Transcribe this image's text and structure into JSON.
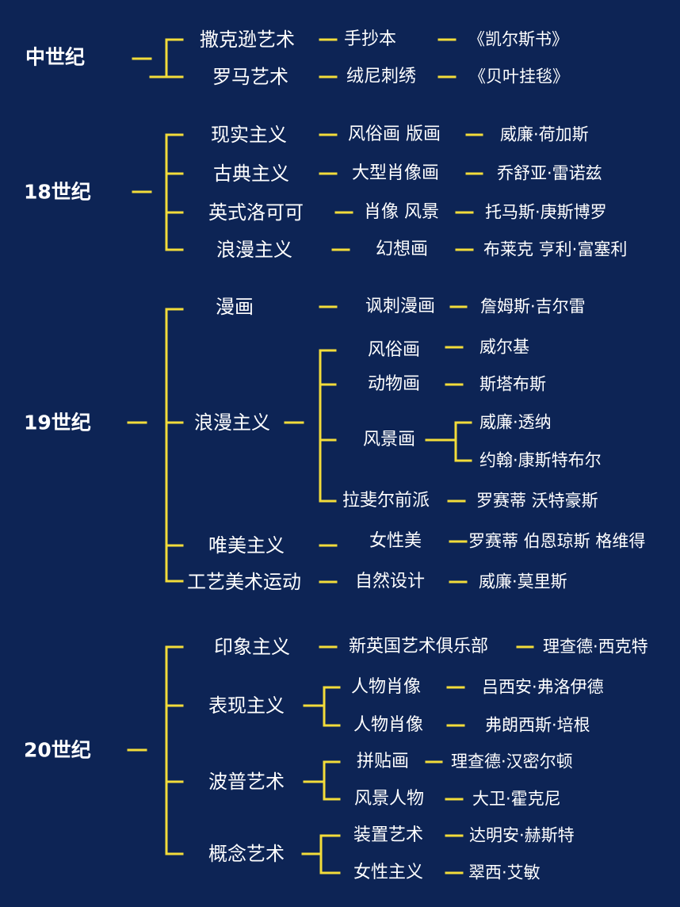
{
  "accent_color": "#f2dc3a",
  "background_color": "#0d2455",
  "medieval": {
    "label": "中世纪",
    "rows": [
      {
        "movement": "撒克逊艺术",
        "genre": "手抄本",
        "example": "《凯尔斯书》"
      },
      {
        "movement": "罗马艺术",
        "genre": "绒尼刺绣",
        "example": "《贝叶挂毯》"
      }
    ]
  },
  "c18": {
    "label": "18世纪",
    "rows": [
      {
        "movement": "现实主义",
        "genre": "风俗画 版画",
        "artist": "威廉·荷加斯"
      },
      {
        "movement": "古典主义",
        "genre": "大型肖像画",
        "artist": "乔舒亚·雷诺兹"
      },
      {
        "movement": "英式洛可可",
        "genre": "肖像 风景",
        "artist": "托马斯·庚斯博罗"
      },
      {
        "movement": "浪漫主义",
        "genre": "幻想画",
        "artist": "布莱克 亨利·富塞利"
      }
    ]
  },
  "c19": {
    "label": "19世纪",
    "manga": {
      "movement": "漫画",
      "genre": "讽刺漫画",
      "artist": "詹姆斯·吉尔雷"
    },
    "romanticism": {
      "movement": "浪漫主义",
      "genre_folk": "风俗画",
      "artist_folk": "威尔基",
      "genre_animal": "动物画",
      "artist_animal": "斯塔布斯",
      "genre_landscape": "风景画",
      "artist_turner": "威廉·透纳",
      "artist_constable": "约翰·康斯特布尔",
      "genre_prb": "拉斐尔前派",
      "artist_prb": "罗赛蒂 沃特豪斯"
    },
    "aestheticism": {
      "movement": "唯美主义",
      "genre": "女性美",
      "artist": "罗赛蒂 伯恩琼斯 格维得"
    },
    "arts_crafts": {
      "movement": "工艺美术运动",
      "genre": "自然设计",
      "artist": "威廉·莫里斯"
    }
  },
  "c20": {
    "label": "20世纪",
    "impressionism": {
      "movement": "印象主义",
      "genre": "新英国艺术俱乐部",
      "artist": "理查德·西克特"
    },
    "expressionism": {
      "movement": "表现主义",
      "genre_1": "人物肖像",
      "artist_1": "吕西安·弗洛伊德",
      "genre_2": "人物肖像",
      "artist_2": "弗朗西斯·培根"
    },
    "pop_art": {
      "movement": "波普艺术",
      "genre_1": "拼贴画",
      "artist_1": "理查德·汉密尔顿",
      "genre_2": "风景人物",
      "artist_2": "大卫·霍克尼"
    },
    "conceptual": {
      "movement": "概念艺术",
      "genre_1": "装置艺术",
      "artist_1": "达明安·赫斯特",
      "genre_2": "女性主义",
      "artist_2": "翠西·艾敏"
    }
  }
}
